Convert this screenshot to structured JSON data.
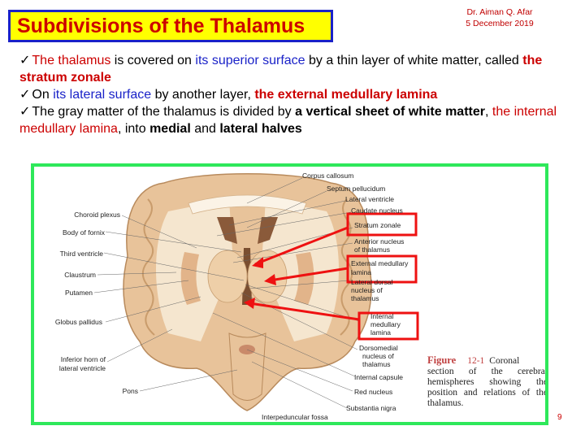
{
  "title": "Subdivisions of the Thalamus",
  "author": {
    "name": "Dr. Aiman Q. Afar",
    "date": "5  December  2019"
  },
  "bullets": [
    {
      "runs": [
        {
          "t": "The thalamus",
          "s": "red"
        },
        {
          "t": " is covered on ",
          "s": ""
        },
        {
          "t": "its superior surface",
          "s": "blue"
        },
        {
          "t": " by a thin layer of white matter, called ",
          "s": ""
        },
        {
          "t": "the stratum zonale",
          "s": "red bold"
        }
      ]
    },
    {
      "runs": [
        {
          "t": "On ",
          "s": ""
        },
        {
          "t": "its lateral surface",
          "s": "blue"
        },
        {
          "t": " by another layer, ",
          "s": ""
        },
        {
          "t": "the external medullary lamina",
          "s": "red bold"
        }
      ]
    },
    {
      "runs": [
        {
          "t": "The gray matter of the thalamus is divided by ",
          "s": ""
        },
        {
          "t": "a vertical sheet of white matter",
          "s": "bold"
        },
        {
          "t": ", ",
          "s": ""
        },
        {
          "t": "the internal medullary lamina",
          "s": "red"
        },
        {
          "t": ", into ",
          "s": ""
        },
        {
          "t": "medial",
          "s": "bold"
        },
        {
          "t": " and ",
          "s": ""
        },
        {
          "t": "lateral halves",
          "s": "bold"
        }
      ]
    }
  ],
  "figure": {
    "left_labels": [
      "Choroid plexus",
      "Body of fornix",
      "Third ventricle",
      "Claustrum",
      "Putamen",
      "Globus pallidus",
      "Inferior horn of",
      "lateral ventricle",
      "Pons"
    ],
    "right_labels": [
      "Corpus callosum",
      "Septum pellucidum",
      "Lateral ventricle",
      "Caudate nucleus",
      "Stratum zonale",
      "Anterior nucleus",
      "of thalamus",
      "External medullary",
      "lamina",
      "Lateral dorsal",
      "nucleus of",
      "thalamus",
      "Internal",
      "medullary",
      "lamina",
      "Dorsomedial",
      "nucleus of",
      "thalamus",
      "Internal capsule",
      "Red nucleus",
      "Substantia nigra"
    ],
    "bottom_label": "Interpeduncular fossa",
    "caption": {
      "figure_word": "Figure",
      "figure_number": "12-1",
      "text": "Coronal section of the cerebral hemispheres showing the position and relations of the thalamus."
    }
  },
  "page_number": "9",
  "colors": {
    "title_bg": "#ffff00",
    "title_border": "#1a22c8",
    "title_text": "#cc0000",
    "highlight_box": "#ee1111",
    "figure_border": "#2ee85a"
  }
}
